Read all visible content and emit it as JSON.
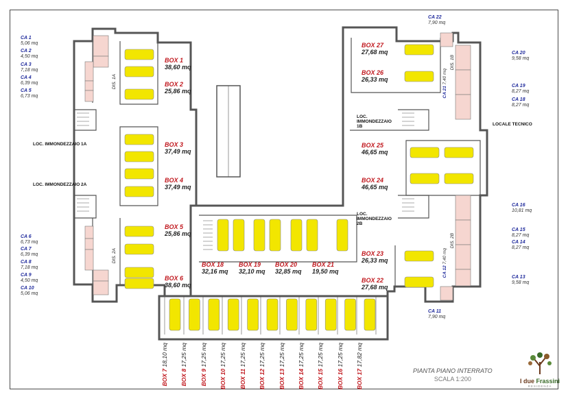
{
  "title": "PIANTA PIANO INTERRATO",
  "scale": "SCALA 1:200",
  "brand": {
    "name_a": "I due",
    "name_b": "Frassini",
    "subtitle": "RESIDENZA"
  },
  "ca_left_top": [
    {
      "id": "CA 1",
      "area": "5,06 mq"
    },
    {
      "id": "CA 2",
      "area": "4,50 mq"
    },
    {
      "id": "CA 3",
      "area": "7,18 mq"
    },
    {
      "id": "CA 4",
      "area": "6,39 mq"
    },
    {
      "id": "CA 5",
      "area": "6,73 mq"
    }
  ],
  "ca_left_bottom": [
    {
      "id": "CA 6",
      "area": "6,73 mq"
    },
    {
      "id": "CA 7",
      "area": "6,39 mq"
    },
    {
      "id": "CA 8",
      "area": "7,18 mq"
    },
    {
      "id": "CA 9",
      "area": "4,50 mq"
    },
    {
      "id": "CA 10",
      "area": "5,06 mq"
    }
  ],
  "ca_right": [
    {
      "id": "CA 22",
      "area": "7,90 mq"
    },
    {
      "id": "CA 20",
      "area": "9,58 mq"
    },
    {
      "id": "CA 19",
      "area": "8,27 mq"
    },
    {
      "id": "CA 18",
      "area": "8,27 mq"
    },
    {
      "id": "CA 16",
      "area": "10,81 mq"
    },
    {
      "id": "CA 15",
      "area": "8,27 mq"
    },
    {
      "id": "CA 14",
      "area": "8,27 mq"
    },
    {
      "id": "CA 13",
      "area": "9,58 mq"
    },
    {
      "id": "CA 11",
      "area": "7,90 mq"
    }
  ],
  "ca_inner": [
    {
      "id": "CA 21",
      "area": "7,40 mq"
    },
    {
      "id": "CA 12",
      "area": "7,40 mq"
    }
  ],
  "boxes_left": [
    {
      "id": "BOX 1",
      "area": "38,60 mq"
    },
    {
      "id": "BOX 2",
      "area": "25,86 mq"
    },
    {
      "id": "BOX 3",
      "area": "37,49 mq"
    },
    {
      "id": "BOX 4",
      "area": "37,49 mq"
    },
    {
      "id": "BOX 5",
      "area": "25,86 mq"
    },
    {
      "id": "BOX 6",
      "area": "38,60 mq"
    }
  ],
  "boxes_right": [
    {
      "id": "BOX 27",
      "area": "27,68 mq"
    },
    {
      "id": "BOX 26",
      "area": "26,33 mq"
    },
    {
      "id": "BOX 25",
      "area": "46,65 mq"
    },
    {
      "id": "BOX 24",
      "area": "46,65 mq"
    },
    {
      "id": "BOX 23",
      "area": "26,33 mq"
    },
    {
      "id": "BOX 22",
      "area": "27,68 mq"
    }
  ],
  "boxes_center": [
    {
      "id": "BOX 18",
      "area": "32,16 mq"
    },
    {
      "id": "BOX 19",
      "area": "32,10 mq"
    },
    {
      "id": "BOX 20",
      "area": "32,85 mq"
    },
    {
      "id": "BOX 21",
      "area": "19,50 mq"
    }
  ],
  "boxes_bottom": [
    {
      "id": "BOX 7",
      "area": "18,10 mq"
    },
    {
      "id": "BOX 8",
      "area": "17,25 mq"
    },
    {
      "id": "BOX 9",
      "area": "17,25 mq"
    },
    {
      "id": "BOX 10",
      "area": "17,25 mq"
    },
    {
      "id": "BOX 11",
      "area": "17,25 mq"
    },
    {
      "id": "BOX 12",
      "area": "17,25 mq"
    },
    {
      "id": "BOX 13",
      "area": "17,25 mq"
    },
    {
      "id": "BOX 14",
      "area": "17,25 mq"
    },
    {
      "id": "BOX 15",
      "area": "17,25 mq"
    },
    {
      "id": "BOX 16",
      "area": "17,25 mq"
    },
    {
      "id": "BOX 17",
      "area": "17,82 mq"
    }
  ],
  "rooms": {
    "loc_1a": "LOC. IMMONDEZZAIO 1A",
    "loc_2a": "LOC. IMMONDEZZAIO 2A",
    "loc_1b": "LOC. IMMONDEZZAIO 1B",
    "loc_2b": "LOC. IMMONDEZZAIO 2B",
    "tecnico": "LOCALE TECNICO",
    "dis_1a": "DIS. 1A",
    "dis_2a": "DIS. 2A",
    "dis_1b": "DIS. 1B",
    "dis_2b": "DIS. 2B"
  },
  "colors": {
    "car": "#f2e600",
    "cellar": "#f6d6d0",
    "wall": "#555555",
    "label_red": "#c0171d",
    "label_blue": "#1f2a9c"
  }
}
